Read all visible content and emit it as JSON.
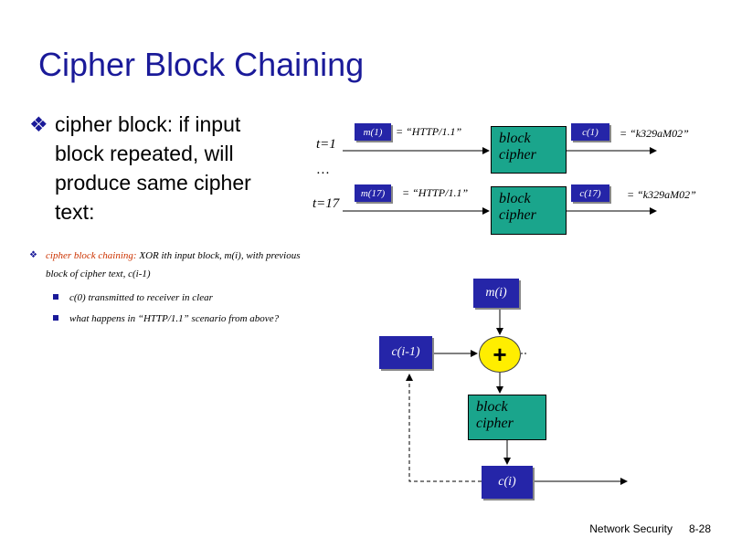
{
  "title": "Cipher Block Chaining",
  "bullets": {
    "main": "cipher block: if input block repeated, will produce same cipher text:",
    "cbc_label": "cipher block chaining:",
    "cbc_rest": " XOR ith input block, m(i), with previous block of cipher text, c(i-1)",
    "sub1": "c(0) transmitted to receiver in clear",
    "sub2": "what happens in “HTTP/1.1” scenario from above?"
  },
  "top_diagram": {
    "t1": "t=1",
    "dots": "…",
    "t17": "t=17",
    "m1": "m(1)",
    "m1_value": "= “HTTP/1.1”",
    "m17": "m(17)",
    "m17_value": "= “HTTP/1.1”",
    "block_cipher": "block cipher",
    "c1": "c(1)",
    "c1_value": "= “k329aM02”",
    "c17": "c(17)",
    "c17_value": "= “k329aM02”"
  },
  "cbc_diagram": {
    "mi": "m(i)",
    "ci_1": "c(i-1)",
    "plus": "+",
    "block_cipher": "block cipher",
    "ci": "c(i)"
  },
  "footer": {
    "left": "Network Security",
    "right": "8-28"
  },
  "colors": {
    "title": "#1a1a99",
    "blue_box": "#2525a8",
    "green_box": "#1aa58c",
    "xor_circle": "#ffee00",
    "cbc_label": "#cc3300"
  }
}
